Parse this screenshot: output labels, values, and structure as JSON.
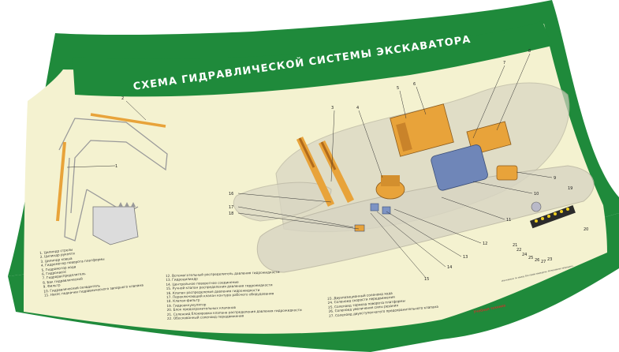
{
  "title": "СХЕМА ГИДРАВЛИЧЕСКОЙ СИСТЕМЫ ЭКСКАВАТОРА",
  "callouts": [
    "1",
    "2",
    "3",
    "4",
    "5",
    "6",
    "7",
    "8",
    "9",
    "10",
    "11",
    "12",
    "13",
    "14",
    "15",
    "16",
    "17",
    "18",
    "19",
    "20",
    "21",
    "22",
    "23",
    "24",
    "25",
    "26",
    "27"
  ],
  "legend_col1": [
    "1. Цилиндр стрелы",
    "2. Цилиндр рукояти",
    "3. Цилиндр ковша",
    "4. Гидромотор поворота платформы",
    "5. Гидромотор хода",
    "6. Гидронасос",
    "7. Гидрораспределитель",
    "8. Бак гидравлический",
    "9. Фильтр",
    "10. Гидравлический охладитель",
    "11. Насос подкачки гидравлического запорного клапана"
  ],
  "legend_col2": [
    "12. Вспомогательный распределитель давления гидрожидкости",
    "13. Гидроцилиндр",
    "14. Центральное поворотное соединение",
    "15. Ручной клапан распределения давления гидрожидкости",
    "16. Клапан распределения давления гидрожидкости",
    "17. Переключающий клапан контура рабочего оборудования",
    "18. Клапан-фильтр",
    "19. Гидроаккумулятор",
    "20. Блок предохранительных клапанов",
    "21. Соленоид блокировки клапана распределения давления гидрожидкости",
    "22. Обоснованный соленоид передвижения"
  ],
  "legend_col3": [
    "23. Двухпозиционный соленоид хода",
    "24. Соленоид скорости передвижения",
    "25. Соленоид тормоза поворота платформы",
    "26. Соленоид увеличения силы резания",
    "27. Соленоид двухступенчатого предохранительного клапана"
  ],
  "footnote": "Изготовлено по заказу. Все права защищены. Копирование запрещено.",
  "brand": "Учебная техника",
  "colors": {
    "frame": "#1f8a3b",
    "paper": "#f4f2d0",
    "hydraulic": "#e8a33a",
    "tank": "#6f86b8"
  }
}
